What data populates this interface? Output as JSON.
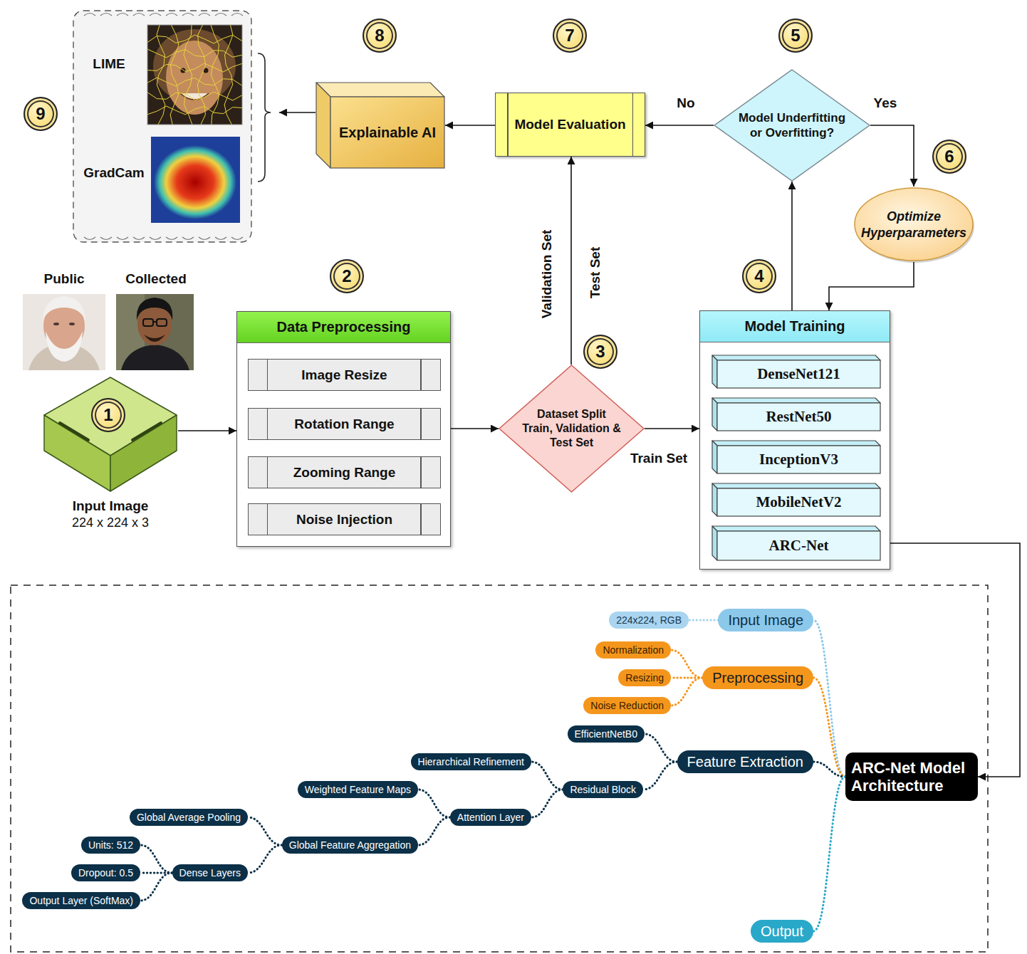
{
  "diagram": {
    "nodes": [
      {
        "text": [
          "LIME",
          "GradCam"
        ]
      },
      {
        "text": [
          "Explainable AI"
        ]
      },
      {
        "text": [
          "Model Evaluation"
        ]
      },
      {
        "text": [
          "Model Underfitting or Overfitting?"
        ]
      },
      {
        "text": [
          "Optimize Hyperparameters"
        ]
      },
      {
        "text": [
          "Input Image",
          "224 x 224 x 3"
        ]
      },
      {
        "text": [
          "Data Preprocessing"
        ]
      },
      {
        "text": [
          "Image Resize"
        ],
        "in": 6
      },
      {
        "text": [
          "Rotation Range"
        ],
        "in": 6
      },
      {
        "text": [
          "Zooming Range"
        ],
        "in": 6
      },
      {
        "text": [
          "Noise Injection"
        ],
        "in": 6
      },
      {
        "text": [
          "Dataset Split Train, Validation & Test Set"
        ]
      },
      {
        "text": [
          "Model Training"
        ]
      },
      {
        "text": [
          "DenseNet121"
        ],
        "in": 12
      },
      {
        "text": [
          "RestNet50"
        ],
        "in": 12
      },
      {
        "text": [
          "InceptionV3"
        ],
        "in": 12
      },
      {
        "text": [
          "MobileNetV2"
        ],
        "in": 12
      },
      {
        "text": [
          "ARC-Net"
        ],
        "in": 12
      },
      {
        "text": [
          "ARC-Net Model Architecture"
        ]
      },
      {
        "text": [
          "Input Image"
        ]
      },
      {
        "text": [
          "224x224, RGB"
        ]
      },
      {
        "text": [
          "Preprocessing"
        ]
      },
      {
        "text": [
          "Normalization"
        ]
      },
      {
        "text": [
          "Resizing"
        ]
      },
      {
        "text": [
          "Noise Reduction"
        ]
      },
      {
        "text": [
          "Feature Extraction"
        ]
      },
      {
        "text": [
          "EfficientNetB0"
        ]
      },
      {
        "text": [
          "Residual Block"
        ]
      },
      {
        "text": [
          "Hierarchical Refinement"
        ]
      },
      {
        "text": [
          "Attention Layer"
        ]
      },
      {
        "text": [
          "Weighted Feature Maps"
        ]
      },
      {
        "text": [
          "Global Feature Aggregation"
        ]
      },
      {
        "text": [
          "Global Average Pooling"
        ]
      },
      {
        "text": [
          "Dense Layers"
        ]
      },
      {
        "text": [
          "Units: 512"
        ]
      },
      {
        "text": [
          "Dropout: 0.5"
        ]
      },
      {
        "text": [
          "Output Layer (SoftMax)"
        ]
      },
      {
        "text": [
          "Output"
        ]
      }
    ],
    "edges": [
      {
        "from": 5,
        "to": 6,
        "arrow": "to"
      },
      {
        "from": 6,
        "to": 11,
        "arrow": "to"
      },
      {
        "from": 11,
        "to": 12,
        "arrow": "to",
        "label": "Train Set"
      },
      {
        "from": 11,
        "to": 2,
        "arrow": "to",
        "label": "Validation Set"
      },
      {
        "from": 12,
        "to": 3,
        "arrow": "to"
      },
      {
        "from": 3,
        "to": 2,
        "arrow": "to",
        "label": "No"
      },
      {
        "from": 3,
        "to": 4,
        "arrow": "to",
        "label": "Yes"
      },
      {
        "from": 4,
        "to": 12,
        "arrow": "to"
      },
      {
        "from": 2,
        "to": 1,
        "arrow": "to"
      },
      {
        "from": 1,
        "to": 0,
        "arrow": "to"
      },
      {
        "from": 17,
        "to": 18,
        "arrow": "to"
      },
      {
        "from": 18,
        "to": 19,
        "arrow": "none"
      },
      {
        "from": 19,
        "to": 20,
        "arrow": "none"
      },
      {
        "from": 18,
        "to": 21,
        "arrow": "none"
      },
      {
        "from": 21,
        "to": 22,
        "arrow": "none"
      },
      {
        "from": 21,
        "to": 23,
        "arrow": "none"
      },
      {
        "from": 21,
        "to": 24,
        "arrow": "none"
      },
      {
        "from": 18,
        "to": 25,
        "arrow": "none"
      },
      {
        "from": 25,
        "to": 26,
        "arrow": "none"
      },
      {
        "from": 25,
        "to": 27,
        "arrow": "none"
      },
      {
        "from": 27,
        "to": 28,
        "arrow": "none"
      },
      {
        "from": 27,
        "to": 29,
        "arrow": "none"
      },
      {
        "from": 29,
        "to": 30,
        "arrow": "none"
      },
      {
        "from": 29,
        "to": 31,
        "arrow": "none"
      },
      {
        "from": 31,
        "to": 32,
        "arrow": "none"
      },
      {
        "from": 31,
        "to": 33,
        "arrow": "none"
      },
      {
        "from": 33,
        "to": 34,
        "arrow": "none"
      },
      {
        "from": 33,
        "to": 35,
        "arrow": "none"
      },
      {
        "from": 33,
        "to": 36,
        "arrow": "none"
      },
      {
        "from": 18,
        "to": 37,
        "arrow": "none"
      }
    ],
    "labels": [
      "9",
      "8",
      "7",
      "5",
      "6",
      "2",
      "1",
      "3",
      "4",
      "Public",
      "Collected",
      "Test Set"
    ]
  }
}
